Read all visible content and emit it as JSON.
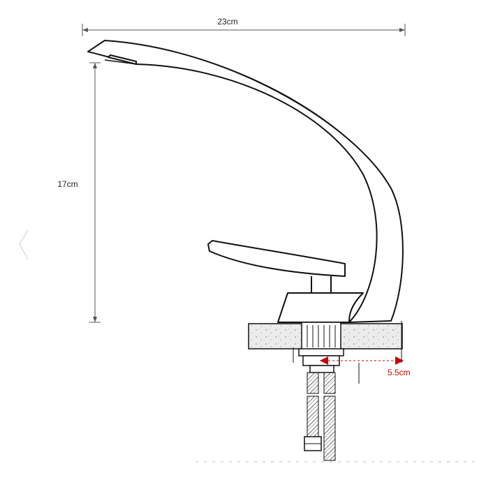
{
  "dimensions": {
    "width": {
      "label": "23cm",
      "value": 23,
      "unit": "cm"
    },
    "height": {
      "label": "17cm",
      "value": 17,
      "unit": "cm"
    },
    "offset": {
      "label": "5.5cm",
      "value": 5.5,
      "unit": "cm"
    }
  },
  "colors": {
    "line": "#111111",
    "accent": "#cc0000",
    "stone_fill": "#e9e9e9"
  }
}
